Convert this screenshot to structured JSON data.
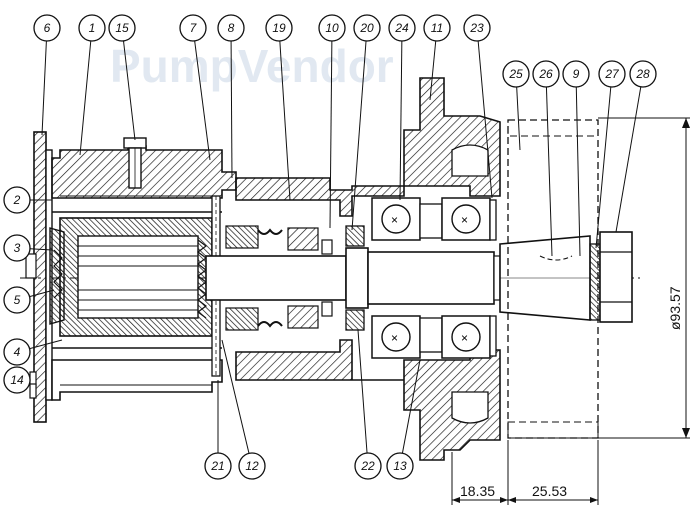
{
  "watermark": "PumpVendor",
  "callouts_top": [
    "6",
    "1",
    "15",
    "7",
    "8",
    "19",
    "10",
    "20",
    "24",
    "11",
    "23",
    "25",
    "26",
    "9",
    "27",
    "28"
  ],
  "callouts_left": [
    "2",
    "3",
    "5",
    "4",
    "14"
  ],
  "callouts_bottom": [
    "21",
    "12",
    "22",
    "13"
  ],
  "dimensions": {
    "diameter": "ø93.57",
    "length_left": "18.35",
    "length_right": "25.53"
  },
  "colors": {
    "ink": "#111111",
    "watermark": "#c9d7e6"
  }
}
